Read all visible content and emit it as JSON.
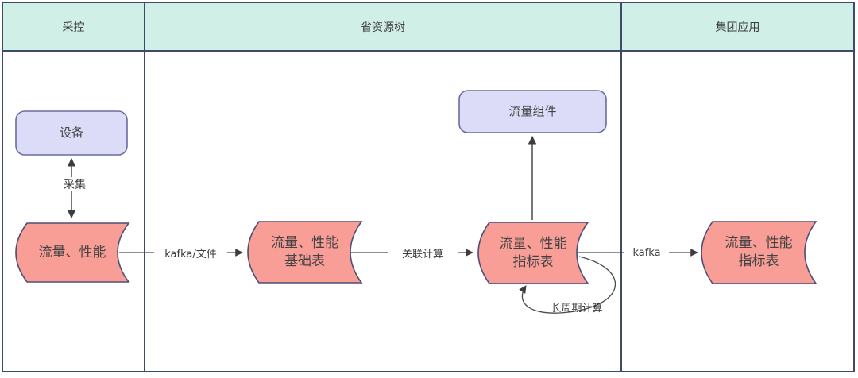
{
  "colors": {
    "lane_border": "#3e4a68",
    "lane_header_fill": "#d0efe6",
    "rounded_node_fill": "#dcdcf8",
    "rounded_node_border": "#6b6b9e",
    "datastore_fill": "#f99d97",
    "datastore_border": "#4f4f76",
    "arrow": "#3d3d3d",
    "text": "#404040"
  },
  "lanes": [
    {
      "label": "采控"
    },
    {
      "label": "省资源树"
    },
    {
      "label": "集团应用"
    }
  ],
  "nodes": {
    "device": {
      "label": "设备",
      "type": "rounded-rect",
      "lane": "采控"
    },
    "traffic_perf_store": {
      "label": "流量、性能",
      "type": "stored-data",
      "lane": "采控"
    },
    "base_table_store": {
      "label_line1": "流量、性能",
      "label_line2": "基础表",
      "type": "stored-data",
      "lane": "省资源树"
    },
    "indicator_table_store": {
      "label_line1": "流量、性能",
      "label_line2": "指标表",
      "type": "stored-data",
      "lane": "省资源树"
    },
    "traffic_component": {
      "label": "流量组件",
      "type": "rounded-rect",
      "lane": "省资源树"
    },
    "group_indicator_table_store": {
      "label_line1": "流量、性能",
      "label_line2": "指标表",
      "type": "stored-data",
      "lane": "集团应用"
    }
  },
  "edges": {
    "collect": {
      "label": "采集",
      "from": "device",
      "to": "traffic_perf_store",
      "style": "double-arrow"
    },
    "kafka_file": {
      "label": "kafka/文件",
      "from": "traffic_perf_store",
      "to": "base_table_store"
    },
    "relation_calc": {
      "label": "关联计算",
      "from": "base_table_store",
      "to": "indicator_table_store"
    },
    "to_component": {
      "label": "",
      "from": "indicator_table_store",
      "to": "traffic_component"
    },
    "long_period": {
      "label": "长周期计算",
      "from": "indicator_table_store",
      "to": "indicator_table_store",
      "style": "self-loop"
    },
    "kafka": {
      "label": "kafka",
      "from": "indicator_table_store",
      "to": "group_indicator_table_store"
    }
  }
}
